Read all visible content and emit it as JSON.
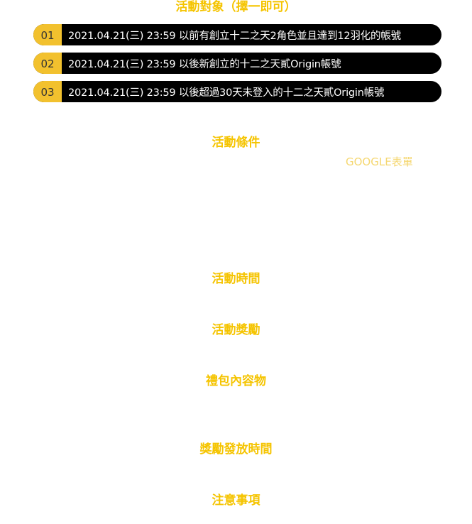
{
  "sections": {
    "target_title": "活動對象（擇一即可）",
    "conditions_title": "活動條件",
    "time_title": "活動時間",
    "reward_title": "活動獎勵",
    "gift_title": "禮包內容物",
    "reward_time_title": "獎勵發放時間",
    "notes_title": "注意事項"
  },
  "targets": [
    {
      "num": "01",
      "text": "2021.04.21(三) 23:59 以前有創立十二之天2角色並且達到12羽化的帳號"
    },
    {
      "num": "02",
      "text": "2021.04.21(三) 23:59 以後新創立的十二之天貳Origin帳號"
    },
    {
      "num": "03",
      "text": "2021.04.21(三) 23:59 以後超過30天未登入的十二之天貳Origin帳號"
    }
  ],
  "links": {
    "google_form": "GOOGLE表單"
  },
  "colors": {
    "heading": "#f5c400",
    "pill_bg": "#000000",
    "pill_num_bg": "#f2c12e",
    "link": "#f5d770"
  }
}
